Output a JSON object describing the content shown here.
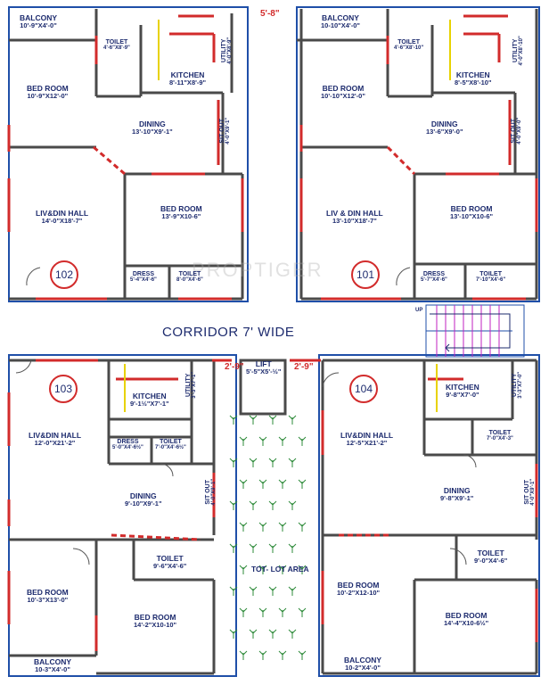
{
  "corridor": {
    "label": "CORRIDOR 7' WIDE"
  },
  "dimensions": {
    "top_gap": "5'-8\"",
    "left_gap": "2'-9\"",
    "right_gap": "2'-9\""
  },
  "watermark": "PROPTIGER",
  "stairs": {
    "up_label": "UP"
  },
  "units": [
    {
      "id": "102",
      "rooms": [
        {
          "name": "BALCONY",
          "dims": "10'-9\"X4'-0\""
        },
        {
          "name": "TOILET",
          "dims": "4'-6\"X8'-9\""
        },
        {
          "name": "UTILITY",
          "dims": "4'-0\"X8'-9\""
        },
        {
          "name": "KITCHEN",
          "dims": "8'-11\"X8'-9\""
        },
        {
          "name": "BED ROOM",
          "dims": "10'-9\"X12'-0\""
        },
        {
          "name": "DINING",
          "dims": "13'-10\"X9'-1\""
        },
        {
          "name": "SIT OUT",
          "dims": "4'-0\"X9'-1\""
        },
        {
          "name": "LIV&DIN HALL",
          "dims": "14'-0\"X18'-7\""
        },
        {
          "name": "BED ROOM",
          "dims": "13'-9\"X10-6\""
        },
        {
          "name": "DRESS",
          "dims": "5'-4\"X4'-6\""
        },
        {
          "name": "TOILET",
          "dims": "8'-0\"X4'-6\""
        }
      ]
    },
    {
      "id": "101",
      "rooms": [
        {
          "name": "BALCONY",
          "dims": "10-10\"X4'-0\""
        },
        {
          "name": "TOILET",
          "dims": "4'-6\"X8'-10\""
        },
        {
          "name": "UTILITY",
          "dims": "4'-0\"X8'-10\""
        },
        {
          "name": "KITCHEN",
          "dims": "8'-5\"X8'-10\""
        },
        {
          "name": "BED ROOM",
          "dims": "10'-10\"X12'-0\""
        },
        {
          "name": "DINING",
          "dims": "13'-6\"X9'-0\""
        },
        {
          "name": "SIT OUT",
          "dims": "4'-0\"X9'-0\""
        },
        {
          "name": "LIV & DIN HALL",
          "dims": "13'-10\"X18'-7\""
        },
        {
          "name": "BED ROOM",
          "dims": "13'-10\"X10-6\""
        },
        {
          "name": "DRESS",
          "dims": "5'-7\"X4'-6\""
        },
        {
          "name": "TOILET",
          "dims": "7'-10\"X4'-6\""
        }
      ]
    },
    {
      "id": "103",
      "rooms": [
        {
          "name": "KITCHEN",
          "dims": "9'-1½\"X7'-1\""
        },
        {
          "name": "UTILITY",
          "dims": "3'-3\"X7'-1\""
        },
        {
          "name": "LIV&DIN HALL",
          "dims": "12'-0\"X21'-2\""
        },
        {
          "name": "DRESS",
          "dims": "5'-0\"X4'-6½\""
        },
        {
          "name": "TOILET",
          "dims": "7'-0\"X4'-6½\""
        },
        {
          "name": "DINING",
          "dims": "9'-10\"X9'-1\""
        },
        {
          "name": "SIT OUT",
          "dims": "4'-0\"X9'-1\""
        },
        {
          "name": "TOILET",
          "dims": "9'-6\"X4'-6\""
        },
        {
          "name": "BED ROOM",
          "dims": "10'-3\"X13'-0\""
        },
        {
          "name": "BED ROOM",
          "dims": "14'-2\"X10-10\""
        },
        {
          "name": "BALCONY",
          "dims": "10-3\"X4'-0\""
        }
      ]
    },
    {
      "id": "104",
      "rooms": [
        {
          "name": "KITCHEN",
          "dims": "9'-8\"X7'-0\""
        },
        {
          "name": "UTILITY",
          "dims": "3'-3\"X7'-0\""
        },
        {
          "name": "LIV&DIN HALL",
          "dims": "12'-5\"X21'-2\""
        },
        {
          "name": "TOILET",
          "dims": "7'-0\"X4'-3\""
        },
        {
          "name": "DINING",
          "dims": "9'-8\"X9'-1\""
        },
        {
          "name": "SIT OUT",
          "dims": "4'-0\"X9'-1\""
        },
        {
          "name": "TOILET",
          "dims": "9'-0\"X4'-6\""
        },
        {
          "name": "BED ROOM",
          "dims": "10'-2\"X12-10\""
        },
        {
          "name": "BED ROOM",
          "dims": "14'-4\"X10-6½\""
        },
        {
          "name": "BALCONY",
          "dims": "10-2\"X4'-0\""
        }
      ]
    }
  ],
  "common": {
    "lift": {
      "name": "LIFT",
      "dims": "5'-5\"X5'-½\""
    },
    "tot_lot": {
      "name": "TOT- LOT AREA"
    }
  },
  "colors": {
    "wall": "#4a4a4a",
    "window": "#d22b2b",
    "outline": "#1f4fa8",
    "text": "#1d2b6e",
    "tree": "#2e8b3a",
    "stair": "#c020c0"
  }
}
